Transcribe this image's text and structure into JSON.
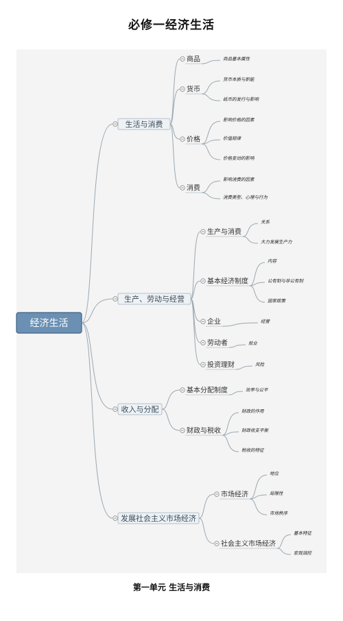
{
  "title": "必修一经济生活",
  "footer": "第一单元 生活与消费",
  "root": "经济生活",
  "branches": [
    {
      "label": "生活与消费",
      "children": [
        {
          "label": "商品",
          "leaves": [
            "商品基本属性"
          ]
        },
        {
          "label": "货币",
          "leaves": [
            "货币本质与职能",
            "纸币的发行与影响"
          ]
        },
        {
          "label": "价格",
          "leaves": [
            "影响价格的因素",
            "价值规律",
            "价格变动的影响"
          ]
        },
        {
          "label": "消费",
          "leaves": [
            "影响消费的因素",
            "消费类型、心理与行为"
          ]
        }
      ]
    },
    {
      "label": "生产、劳动与经营",
      "children": [
        {
          "label": "生产与消费",
          "leaves": [
            "关系",
            "大力发展生产力"
          ]
        },
        {
          "label": "基本经济制度",
          "leaves": [
            "内容",
            "公有制与非公有制",
            "国家政策"
          ]
        },
        {
          "label": "企业",
          "leaves": [
            "经营"
          ]
        },
        {
          "label": "劳动者",
          "leaves": [
            "就业"
          ]
        },
        {
          "label": "投资理财",
          "leaves": [
            "风险"
          ]
        }
      ]
    },
    {
      "label": "收入与分配",
      "children": [
        {
          "label": "基本分配制度",
          "leaves": [
            "效率与公平"
          ]
        },
        {
          "label": "财政与税收",
          "leaves": [
            "财政的作用",
            "财政收支平衡",
            "税收的特征"
          ]
        }
      ]
    },
    {
      "label": "发展社会主义市场经济",
      "children": [
        {
          "label": "市场经济",
          "leaves": [
            "地位",
            "局限性",
            "市场秩序"
          ]
        },
        {
          "label": "社会主义市场经济",
          "leaves": [
            "基本特征",
            "宏观调控"
          ]
        }
      ]
    }
  ]
}
